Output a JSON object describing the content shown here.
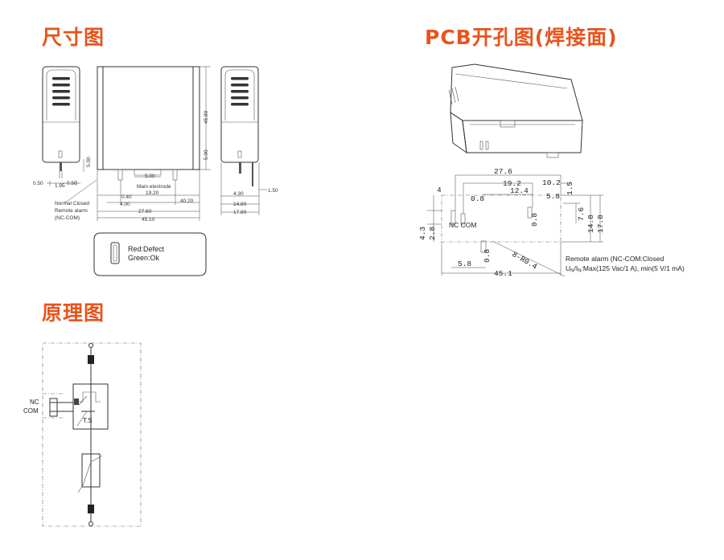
{
  "colors": {
    "title": "#e8541d",
    "line": "#333333"
  },
  "titles": {
    "dimension": "尺寸图",
    "pcb": "PCB开孔图(焊接面)",
    "schematic": "原理图"
  },
  "dimension_drawing": {
    "labels": {
      "main_electrode": "Main electrode",
      "normal_closed_1": "Normal Closed",
      "normal_closed_2": "Remote alarm",
      "normal_closed_3": "(NC-COM)",
      "indicator_1": "Red:Defect",
      "indicator_2": "Green:Ok"
    },
    "dims": {
      "d050a": "0.50",
      "d195": "1.95",
      "d050b": "0.50",
      "d500side": "5.00",
      "d500top": "5.00",
      "d040": "0.40",
      "d1920": "19.20",
      "d400": "4.00",
      "d4020": "40.20",
      "d2760": "27.60",
      "d4510": "45.10",
      "d4580": "45.80",
      "d500h": "5.00",
      "d150": "1.50",
      "d430": "4.30",
      "d1480": "14.80",
      "d1780": "17.80"
    }
  },
  "pcb_drawing": {
    "dims": {
      "d276": "27.6",
      "d192": "19.2",
      "d102": "10.2",
      "d124": "12.4",
      "d15": "1.5",
      "d4": "4",
      "d08a": "0.8",
      "d58a": "5.8",
      "d76": "7.6",
      "d148": "14.8",
      "d178": "17.8",
      "d08b": "0.8",
      "d43": "4.3",
      "d28": "2.8",
      "d58b": "5.8",
      "d08c": "0.8",
      "d8r": "8-R0.4",
      "d451": "45.1"
    },
    "labels": {
      "nc_com": "NC COM",
      "remote_1": "Remote alarm (NC-COM:Closed",
      "remote_2": "U",
      "remote_2_sub": "N",
      "remote_2_mid": "/I",
      "remote_2_sub2": "N",
      "remote_2_rest": ":Max(125 Vac/1 A), min(5 V/1 mA)"
    }
  },
  "schematic": {
    "labels": {
      "nc": "NC",
      "com": "COM",
      "ts": "T.S"
    }
  }
}
